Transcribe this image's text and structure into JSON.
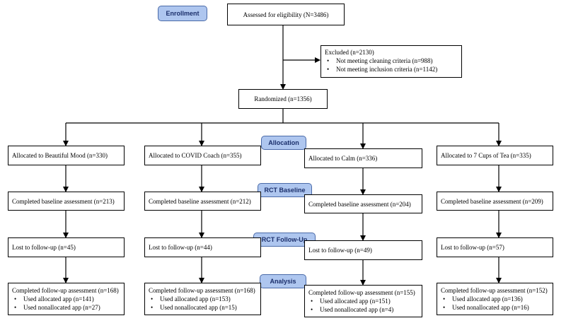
{
  "stages": {
    "enrollment": "Enrollment",
    "allocation": "Allocation",
    "rct_baseline": "RCT Baseline",
    "rct_followup": "RCT Follow-Up",
    "analysis": "Analysis"
  },
  "assessed": "Assessed for eligibility (N=3486)",
  "excluded": {
    "title": "Excluded (n=2130)",
    "items": [
      "Not meeting cleaning criteria (n=988)",
      "Not meeting inclusion criteria (n=1142)"
    ]
  },
  "randomized": "Randomized (n=1356)",
  "arms": [
    {
      "allocated": "Allocated to Beautiful Mood (n=330)",
      "baseline": "Completed baseline assessment (n=213)",
      "lost": "Lost to follow-up (n=45)",
      "followup": {
        "title": "Completed follow-up assessment (n=168)",
        "items": [
          "Used allocated app (n=141)",
          "Used nonallocated app (n=27)"
        ]
      }
    },
    {
      "allocated": "Allocated to COVID Coach (n=355)",
      "baseline": "Completed baseline assessment (n=212)",
      "lost": "Lost to follow-up (n=44)",
      "followup": {
        "title": "Completed follow-up assessment (n=168)",
        "items": [
          "Used allocated app (n=153)",
          "Used nonallocated app (n=15)"
        ]
      }
    },
    {
      "allocated": "Allocated to Calm (n=336)",
      "baseline": "Completed baseline assessment (n=204)",
      "lost": "Lost to follow-up (n=49)",
      "followup": {
        "title": "Completed follow-up assessment (n=155)",
        "items": [
          "Used allocated app (n=151)",
          "Used nonallocated app (n=4)"
        ]
      }
    },
    {
      "allocated": "Allocated to 7 Cups of Tea (n=335)",
      "baseline": "Completed baseline assessment (n=209)",
      "lost": "Lost to follow-up (n=57)",
      "followup": {
        "title": "Completed follow-up assessment (n=152)",
        "items": [
          "Used allocated app (n=136)",
          "Used nonallocated app (n=16)"
        ]
      }
    }
  ]
}
